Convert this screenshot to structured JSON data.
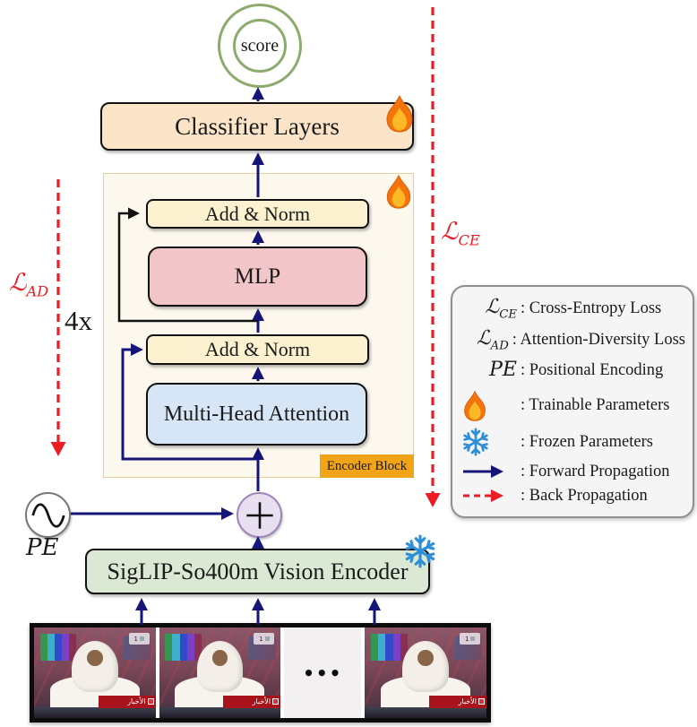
{
  "diagram": {
    "score_label": "score",
    "classifier_label": "Classifier Layers",
    "encoder": {
      "addnorm_top": "Add & Norm",
      "mlp": "MLP",
      "addnorm_bottom": "Add & Norm",
      "mha": "Multi-Head Attention",
      "block_tag": "Encoder Block",
      "repeat_label": "4x"
    },
    "pe_label": "PE",
    "siglip_label": "SigLIP-So400m Vision Encoder",
    "loss_ad": {
      "base": "ℒ",
      "sub": "AD"
    },
    "loss_ce": {
      "base": "ℒ",
      "sub": "CE"
    },
    "colors": {
      "forward_arrow": "#16167a",
      "back_arrow": "#ec1c24",
      "score_ring": "#8cab6d",
      "classifier_fill": "#fbe4c8",
      "addnorm_fill": "#fcf2cf",
      "mlp_fill": "#f2c6c8",
      "attention_fill": "#d7e6f7",
      "encoder_bg": "#fcf8ee",
      "encoder_tag_bg": "#f2a418",
      "siglip_fill": "#dbe9d4",
      "plus_fill": "#e8e0f0",
      "plus_border": "#9d85ba",
      "legend_bg": "#f5f5f5",
      "flame_orange": "#f4740c",
      "snowflake_blue": "#2e8fd8"
    }
  },
  "legend": {
    "rows": [
      {
        "symbol_base": "ℒ",
        "symbol_sub": "CE",
        "label": ": Cross-Entropy Loss"
      },
      {
        "symbol_base": "ℒ",
        "symbol_sub": "AD",
        "label": ": Attention-Diversity Loss"
      },
      {
        "symbol_base": "PE",
        "symbol_sub": "",
        "label": ": Positional Encoding"
      },
      {
        "icon": "flame-icon",
        "label": ": Trainable Parameters"
      },
      {
        "icon": "snowflake-icon",
        "label": ": Frozen Parameters"
      },
      {
        "icon": "forward-arrow-icon",
        "label": ": Forward Propagation"
      },
      {
        "icon": "back-arrow-icon",
        "label": ": Back Propagation"
      }
    ]
  },
  "frames": {
    "panels": [
      "video",
      "video",
      "ellipsis",
      "video"
    ],
    "ellipsis": "•••",
    "banner_text": "الأخبار",
    "badge_text": "1"
  }
}
